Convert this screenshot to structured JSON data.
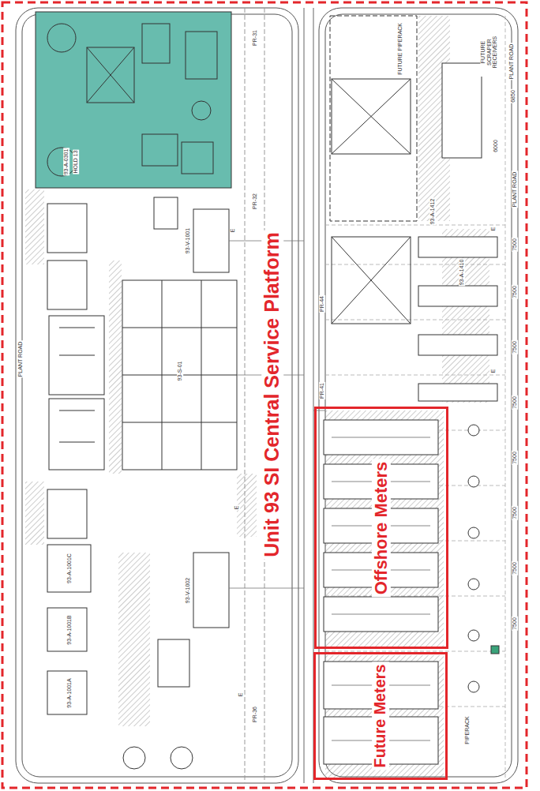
{
  "diagram": {
    "title": "Unit 93 SI Central Service Platform",
    "nodes": [
      {
        "text": [
          "Offshore Meters"
        ]
      },
      {
        "text": [
          "Future Meters"
        ]
      }
    ],
    "labels": [
      "PLANT ROAD",
      "PLANT ROAD",
      "PLANT ROAD",
      "93-A-0301",
      "HOLD 13",
      "93-S-01",
      "93-V-1001",
      "93-V-1002",
      "93-A-1001A",
      "93-A-1001B",
      "93-A-1001C",
      "FUTURE SCRAPER RECEIVERS",
      "FUTURE PIPERACK",
      "93-A-1412",
      "93-A-1410",
      "PIPERACK",
      "PR-31",
      "PR-32",
      "PR-36",
      "PR-41",
      "PR-44",
      "6850",
      "6000",
      "7500",
      "7500",
      "7500",
      "7500",
      "7500",
      "7500",
      "7500",
      "7500",
      "E",
      "E",
      "E",
      "E",
      "E"
    ]
  }
}
